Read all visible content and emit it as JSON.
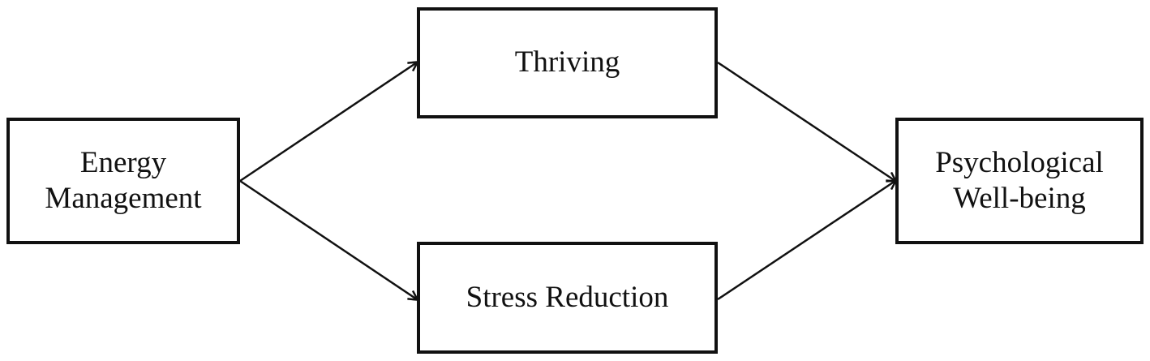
{
  "nodes": {
    "energy_management": {
      "lines": [
        "Energy",
        "Management"
      ]
    },
    "thriving": {
      "lines": [
        "Thriving"
      ]
    },
    "stress_reduction": {
      "lines": [
        "Stress Reduction"
      ]
    },
    "psychological_wellbeing": {
      "lines": [
        "Psychological",
        "Well-being"
      ]
    }
  },
  "edges": [
    {
      "from": "energy_management",
      "to": "thriving"
    },
    {
      "from": "energy_management",
      "to": "stress_reduction"
    },
    {
      "from": "thriving",
      "to": "psychological_wellbeing"
    },
    {
      "from": "stress_reduction",
      "to": "psychological_wellbeing"
    }
  ],
  "colors": {
    "stroke": "#111111",
    "background": "#ffffff"
  }
}
